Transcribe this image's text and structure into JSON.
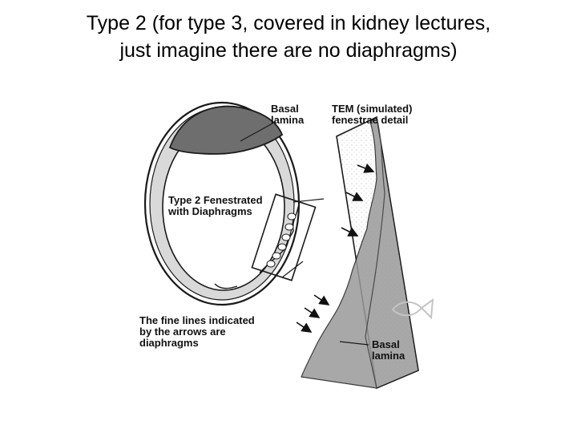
{
  "title": {
    "line1": "Type 2 (for type 3, covered in kidney lectures,",
    "line2": "just imagine there are no diaphragms)"
  },
  "labels": {
    "basal_lamina_top": [
      "Basal",
      "lamina"
    ],
    "tem": [
      "TEM (simulated)",
      "fenestrae detail"
    ],
    "type2": [
      "Type 2 Fenestrated",
      "with Diaphragms"
    ],
    "fine_lines": [
      "The fine lines indicated",
      "by the arrows are",
      "diaphragms"
    ],
    "basal_lamina_bottom": [
      "Basal",
      "lamina"
    ]
  },
  "colors": {
    "line": "#1a1a1a",
    "nucleus": "#6e6e6e",
    "cell_ring": "#d9d9d9",
    "tem_gray": "#9a9a9a"
  },
  "icons": [
    "fish-icon"
  ]
}
